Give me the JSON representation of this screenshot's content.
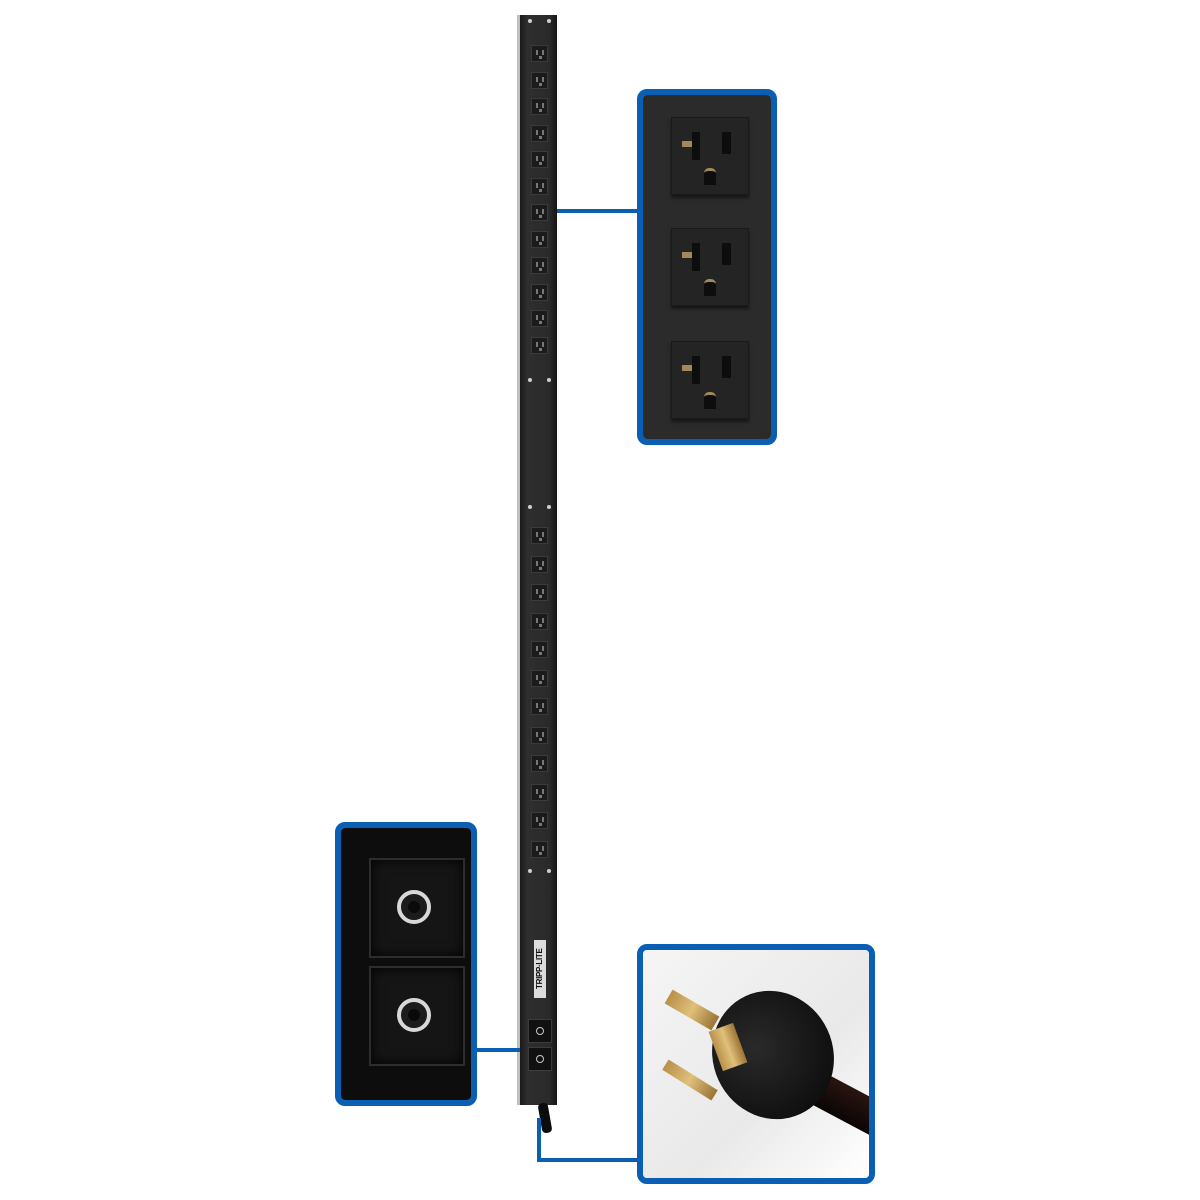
{
  "product": {
    "type": "vertical power distribution unit",
    "brand_logo": "TRIPP·LITE",
    "upper_outlet_count": 12,
    "lower_outlet_count": 12,
    "breaker_count": 2
  },
  "callouts": [
    {
      "id": "outlets",
      "subject": "NEMA 5-20R outlets (close-up)",
      "outlets_shown": 3
    },
    {
      "id": "breakers",
      "subject": "circuit breakers (close-up)",
      "breakers_shown": 2
    },
    {
      "id": "plug",
      "subject": "locking input plug (close-up)"
    }
  ],
  "colors": {
    "callout_border": "#0a5fb5",
    "pdu_body": "#2a2a2a",
    "background": "#ffffff"
  }
}
